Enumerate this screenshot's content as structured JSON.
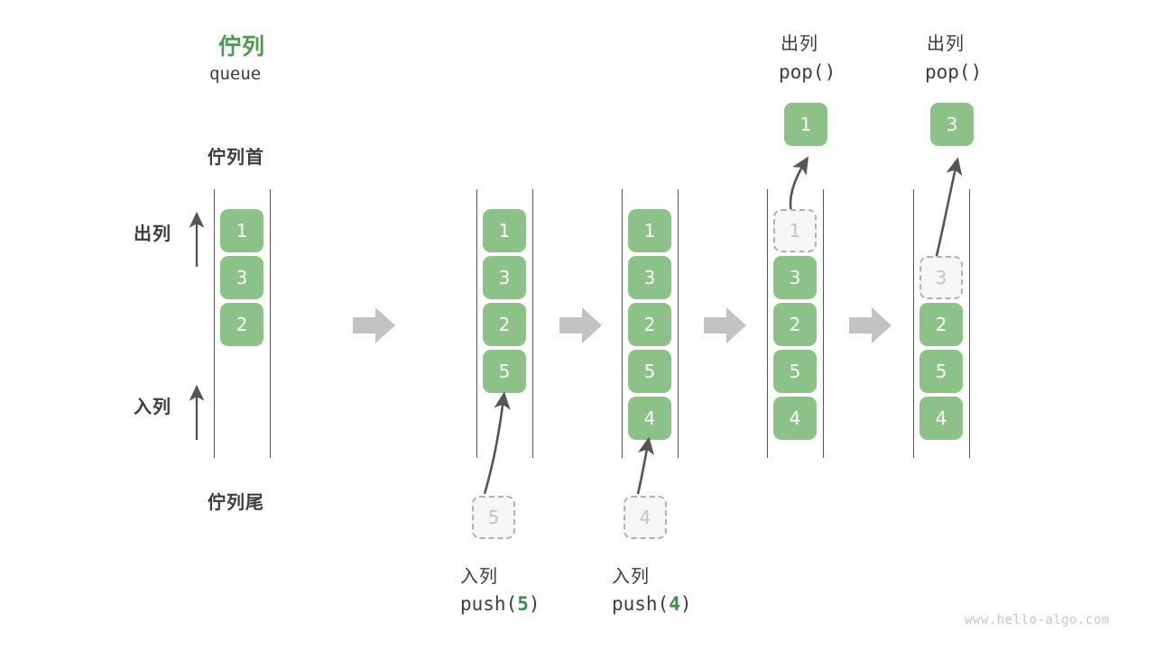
{
  "diagram": {
    "title_cn": "佇列",
    "title_en": "queue",
    "head_label": "佇列首",
    "tail_label": "佇列尾",
    "dequeue_label": "出列",
    "enqueue_label": "入列",
    "watermark": "www.hello-algo.com",
    "colors": {
      "cell_fill": "#8cc287",
      "cell_text": "#ffffff",
      "ghost_fill": "#f6f6f6",
      "ghost_border": "#b0b0b0",
      "ghost_text": "#c3c3c3",
      "accent_green": "#4e9a51",
      "arrow_gray": "#c3c3c3",
      "thin_arrow": "#555555",
      "text_dark": "#3c3c3c"
    }
  },
  "steps": [
    {
      "id": "initial",
      "header_cn": "佇列",
      "header_code": "queue",
      "cells": [
        {
          "value": "1",
          "state": "filled"
        },
        {
          "value": "3",
          "state": "filled"
        },
        {
          "value": "2",
          "state": "filled"
        }
      ],
      "caption_cn": "",
      "caption_code": "",
      "caption_arg": "",
      "popped": null,
      "incoming": null
    },
    {
      "id": "push-5",
      "header_cn": "",
      "header_code": "",
      "cells": [
        {
          "value": "1",
          "state": "filled"
        },
        {
          "value": "3",
          "state": "filled"
        },
        {
          "value": "2",
          "state": "filled"
        },
        {
          "value": "5",
          "state": "filled"
        }
      ],
      "caption_cn": "入列",
      "caption_code_prefix": "push(",
      "caption_arg": "5",
      "caption_code_suffix": ")",
      "popped": null,
      "incoming": {
        "value": "5",
        "state": "ghost"
      }
    },
    {
      "id": "push-4",
      "header_cn": "",
      "header_code": "",
      "cells": [
        {
          "value": "1",
          "state": "filled"
        },
        {
          "value": "3",
          "state": "filled"
        },
        {
          "value": "2",
          "state": "filled"
        },
        {
          "value": "5",
          "state": "filled"
        },
        {
          "value": "4",
          "state": "filled"
        }
      ],
      "caption_cn": "入列",
      "caption_code_prefix": "push(",
      "caption_arg": "4",
      "caption_code_suffix": ")",
      "popped": null,
      "incoming": {
        "value": "4",
        "state": "ghost"
      }
    },
    {
      "id": "pop-1",
      "header_cn": "出列",
      "header_code": "pop()",
      "cells": [
        {
          "value": "1",
          "state": "ghost"
        },
        {
          "value": "3",
          "state": "filled"
        },
        {
          "value": "2",
          "state": "filled"
        },
        {
          "value": "5",
          "state": "filled"
        },
        {
          "value": "4",
          "state": "filled"
        }
      ],
      "caption_cn": "",
      "caption_code": "",
      "popped": {
        "value": "1",
        "state": "filled"
      },
      "incoming": null
    },
    {
      "id": "pop-3",
      "header_cn": "出列",
      "header_code": "pop()",
      "cells": [
        {
          "value": "3",
          "state": "ghost"
        },
        {
          "value": "2",
          "state": "filled"
        },
        {
          "value": "5",
          "state": "filled"
        },
        {
          "value": "4",
          "state": "filled"
        }
      ],
      "caption_cn": "",
      "caption_code": "",
      "popped": {
        "value": "3",
        "state": "filled"
      },
      "incoming": null
    }
  ]
}
